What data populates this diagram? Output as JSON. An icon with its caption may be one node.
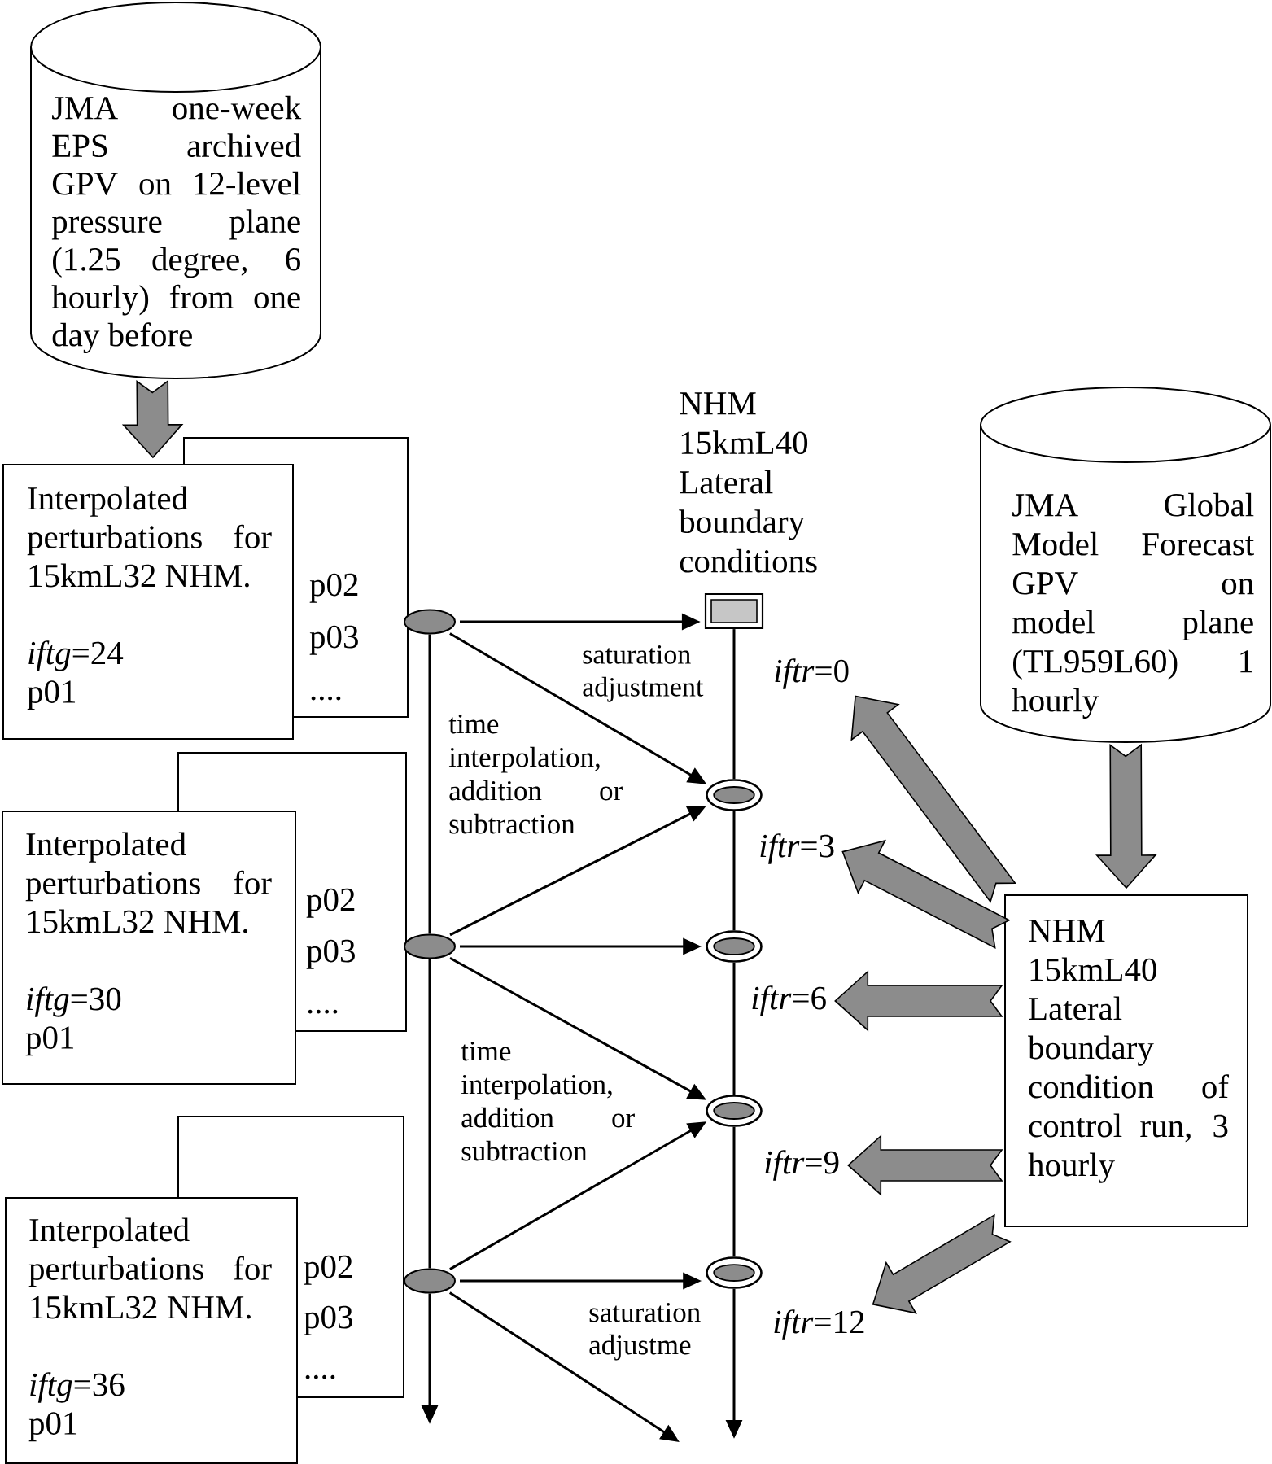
{
  "diagram": {
    "nodes": [
      {
        "text": [
          "JMA one-week EPS archived GPV on 12-level pressure plane (1.25 degree, 6 hourly) from one day before"
        ]
      },
      {
        "text": [
          "Interpolated perturbations for 15kmL32 NHM.",
          "*iftg*=24",
          "p01"
        ]
      },
      {
        "text": [
          "p02",
          "p03",
          "...."
        ]
      },
      {
        "text": [
          "Interpolated perturbations for 15kmL32 NHM.",
          "*iftg*=30",
          "p01"
        ]
      },
      {
        "text": [
          "p02",
          "p03",
          "...."
        ]
      },
      {
        "text": [
          "Interpolated perturbations for 15kmL32 NHM.",
          "*iftg*=36",
          "p01"
        ]
      },
      {
        "text": [
          "p02",
          "p03",
          "...."
        ]
      },
      {
        "text": [],
        "shape": "ellipse"
      },
      {
        "text": [],
        "shape": "ellipse"
      },
      {
        "text": [],
        "shape": "ellipse"
      },
      {
        "text": [],
        "shape": "box",
        "beside": [
          "NHM 15kmL40 Lateral boundary conditions"
        ]
      },
      {
        "text": [],
        "shape": "ring"
      },
      {
        "text": [],
        "shape": "ring"
      },
      {
        "text": [],
        "shape": "ring"
      },
      {
        "text": [],
        "shape": "ring"
      },
      {
        "text": [
          "*iftr*=0"
        ]
      },
      {
        "text": [
          "*iftr*=3"
        ]
      },
      {
        "text": [
          "*iftr*=6"
        ]
      },
      {
        "text": [
          "*iftr*=9"
        ]
      },
      {
        "text": [
          "*iftr*=12"
        ]
      },
      {
        "text": [
          "JMA Global Model Forecast GPV on model plane (TL959L60) 1 hourly"
        ]
      },
      {
        "text": [
          "NHM 15kmL40 Lateral boundary condition of control run, 3 hourly"
        ]
      }
    ],
    "edges": [
      {
        "from": 0,
        "to": 1,
        "arrow": "to",
        "style": "thick",
        "color": "#8c8c8c"
      },
      {
        "from": 20,
        "to": 21,
        "arrow": "to",
        "style": "thick",
        "color": "#8c8c8c"
      },
      {
        "from": 21,
        "to": 15,
        "arrow": "to",
        "style": "thick",
        "color": "#8c8c8c"
      },
      {
        "from": 21,
        "to": 16,
        "arrow": "to",
        "style": "thick",
        "color": "#8c8c8c"
      },
      {
        "from": 21,
        "to": 17,
        "arrow": "to",
        "style": "thick",
        "color": "#8c8c8c"
      },
      {
        "from": 21,
        "to": 18,
        "arrow": "to",
        "style": "thick",
        "color": "#8c8c8c"
      },
      {
        "from": 21,
        "to": 19,
        "arrow": "to",
        "style": "thick",
        "color": "#8c8c8c"
      },
      {
        "from": 7,
        "to": 10,
        "arrow": "to"
      },
      {
        "from": 7,
        "to": 11,
        "arrow": "to"
      },
      {
        "from": 8,
        "to": 11,
        "arrow": "to"
      },
      {
        "from": 8,
        "to": 12,
        "arrow": "to"
      },
      {
        "from": 8,
        "to": 13,
        "arrow": "to"
      },
      {
        "from": 9,
        "to": 13,
        "arrow": "to"
      },
      {
        "from": 9,
        "to": 14,
        "arrow": "to"
      },
      {
        "from": 9,
        "to": null,
        "arrow": "to"
      },
      {
        "from": 7,
        "to": 8,
        "arrow": "none"
      },
      {
        "from": 8,
        "to": 9,
        "arrow": "none"
      },
      {
        "from": 9,
        "to": null,
        "arrow": "to"
      },
      {
        "from": 10,
        "to": 11,
        "arrow": "none"
      },
      {
        "from": 11,
        "to": 12,
        "arrow": "none"
      },
      {
        "from": 12,
        "to": 13,
        "arrow": "none"
      },
      {
        "from": 13,
        "to": 14,
        "arrow": "none"
      },
      {
        "from": 14,
        "to": null,
        "arrow": "to"
      }
    ],
    "labels": [
      "saturation adjustment",
      "time interpolation, addition or subtraction",
      "time interpolation, addition or subtraction",
      "saturation adjustme"
    ]
  }
}
